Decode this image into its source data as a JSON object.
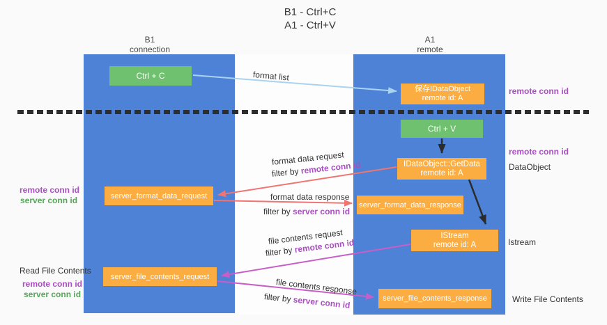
{
  "page": {
    "title_line1": "B1 - Ctrl+C",
    "title_line2": "A1 - Ctrl+V"
  },
  "lanes": {
    "b1": {
      "title": "B1",
      "subtitle": "connection"
    },
    "a1": {
      "title": "A1",
      "subtitle": "remote"
    }
  },
  "nodes": {
    "ctrl_c": {
      "label": "Ctrl + C"
    },
    "save_idataobject": {
      "line1": "保存IDataObject",
      "line2": "remote id: A"
    },
    "ctrl_v": {
      "label": "Ctrl + V"
    },
    "idataobject_getdata": {
      "line1": "IDataObject::GetData",
      "line2": "remote id: A"
    },
    "server_format_data_request": {
      "label": "server_format_data_request"
    },
    "server_format_data_response": {
      "label": "server_format_data_response"
    },
    "istream": {
      "line1": "IStream",
      "line2": "remote id: A"
    },
    "server_file_contents_request": {
      "label": "server_file_contents_request"
    },
    "server_file_contents_response": {
      "label": "server_file_contents_response"
    }
  },
  "edge_labels": {
    "format_list": "format list",
    "format_data_request": "format data request",
    "format_data_response": "format data response",
    "file_contents_request": "file contents request",
    "file_contents_response": "file contents response",
    "filter_by": "filter by",
    "remote_conn_id": "remote conn id",
    "server_conn_id": "server conn id"
  },
  "side_labels": {
    "remote_conn_id_right_top": "remote conn id",
    "remote_conn_id_right_mid": "remote conn id",
    "dataobject": "DataObject",
    "istream": "Istream",
    "write_file_contents": "Write File Contents",
    "read_file_contents": "Read File Contents",
    "remote_conn_id_left_top": "remote conn id",
    "server_conn_id_left_top": "server conn id",
    "remote_conn_id_left_bottom": "remote conn id",
    "server_conn_id_left_bottom": "server conn id"
  },
  "colors": {
    "lane_blue": "#4e82d6",
    "node_green": "#6fc06f",
    "node_orange": "#fbad41",
    "arrow_salmon": "#ee7572",
    "arrow_magenta": "#c75fc7",
    "arrow_lightblue": "#a9d3ee",
    "arrow_black": "#2b2b2b",
    "label_purple": "#a94fc0",
    "label_green": "#56a65a"
  }
}
